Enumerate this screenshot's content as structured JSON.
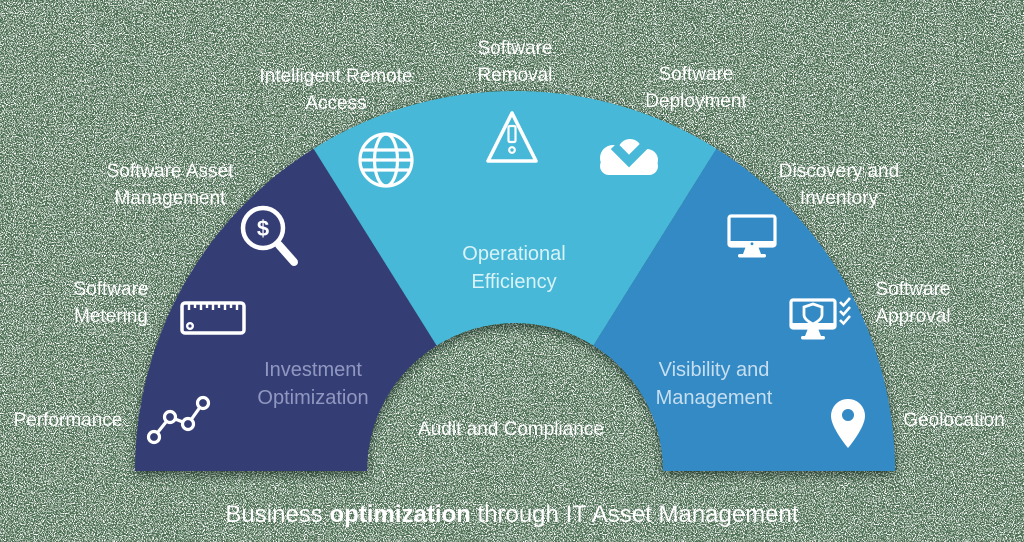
{
  "colors": {
    "background_noise": "#4F7156",
    "speckle": "#FFFFFF",
    "segment_investment": "#353E74",
    "segment_operational": "#47B8D8",
    "segment_visibility": "#338AC4",
    "icon": "#FFFFFF",
    "outer_label_text": "#FFFFFF",
    "investment_label_text": "#9098C1",
    "operational_label_text": "#D9F2F8",
    "visibility_label_text": "#C6DEF0",
    "title_text": "#FFFFFF"
  },
  "segments": [
    {
      "label": "Investment Optimization",
      "color": "#353E74",
      "icons": [
        "search-dollar-icon",
        "ruler-icon",
        "trend-line-icon"
      ]
    },
    {
      "label": "Operational Efficiency",
      "color": "#47B8D8",
      "icons": [
        "globe-icon",
        "warning-triangle-icon",
        "cloud-download-icon"
      ]
    },
    {
      "label": "Visibility and Management",
      "color": "#338AC4",
      "icons": [
        "monitor-icon",
        "shield-monitor-checklist-icon",
        "map-pin-icon"
      ]
    }
  ],
  "outer_labels": [
    {
      "id": "performance",
      "text": "Performance"
    },
    {
      "id": "software-metering",
      "text": "Software Metering"
    },
    {
      "id": "software-asset-management",
      "text": "Software Asset Management"
    },
    {
      "id": "intelligent-remote-access",
      "text": "Intelligent Remote Access"
    },
    {
      "id": "software-removal",
      "text": "Software Removal"
    },
    {
      "id": "software-deployment",
      "text": "Software Deployment"
    },
    {
      "id": "discovery-and-inventory",
      "text": "Discovery and Inventory"
    },
    {
      "id": "software-approval",
      "text": "Software Approval"
    },
    {
      "id": "geolocation",
      "text": "Geolocation"
    },
    {
      "id": "audit-and-compliance",
      "text": "Audit and Compliance"
    }
  ],
  "title": {
    "prefix": "Business ",
    "bold": "optimization",
    "suffix": " through IT Asset Management"
  },
  "search_dollar_glyph": "$"
}
